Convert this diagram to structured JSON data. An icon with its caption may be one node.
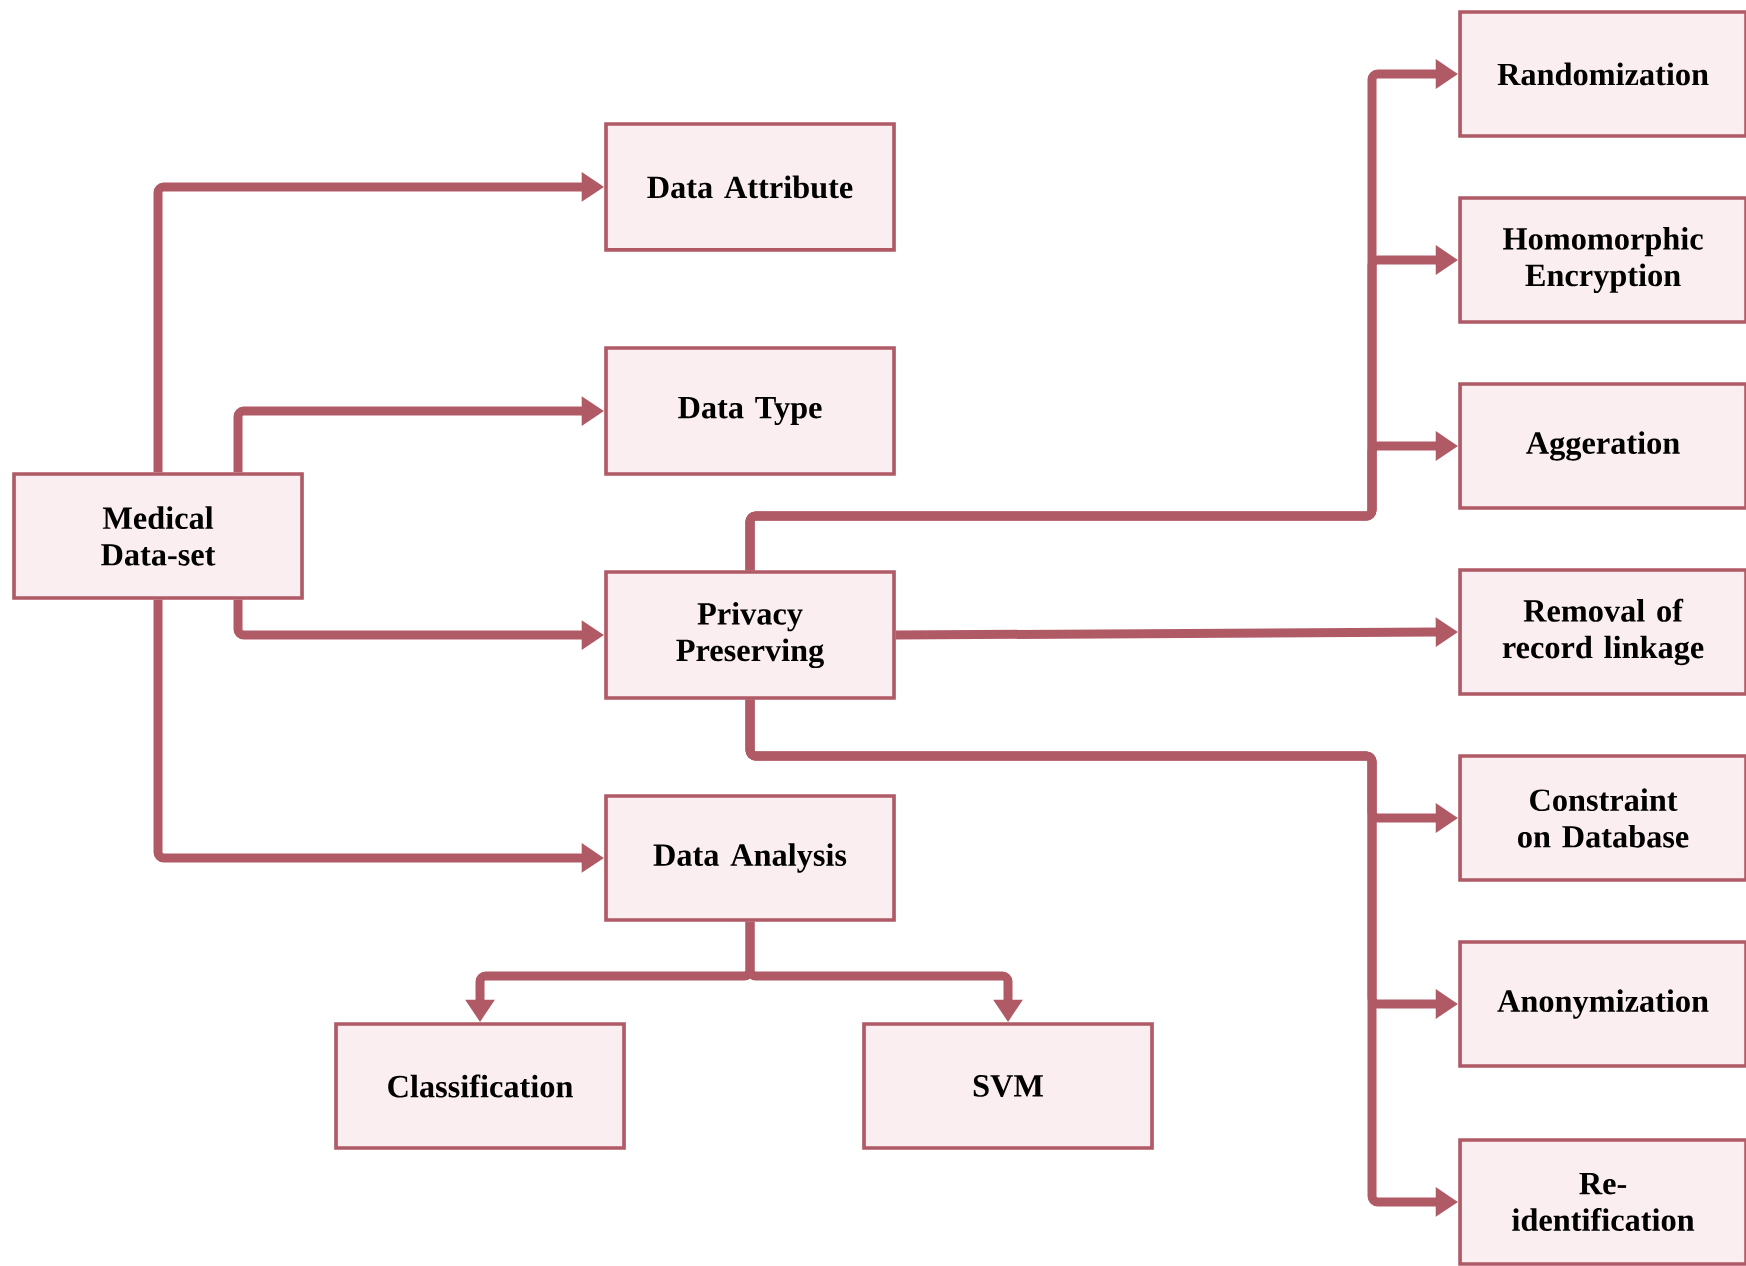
{
  "diagram": {
    "nodes": [
      {
        "text": [
          "Medical Data-set"
        ]
      },
      {
        "text": [
          "Data Attribute"
        ]
      },
      {
        "text": [
          "Data Type"
        ]
      },
      {
        "text": [
          "Privacy Preserving"
        ]
      },
      {
        "text": [
          "Data Analysis"
        ]
      },
      {
        "text": [
          "Classification"
        ]
      },
      {
        "text": [
          "SVM"
        ]
      },
      {
        "text": [
          "Randomization"
        ]
      },
      {
        "text": [
          "Homomorphic Encryption"
        ]
      },
      {
        "text": [
          "Aggeration"
        ]
      },
      {
        "text": [
          "Removal of record linkage"
        ]
      },
      {
        "text": [
          "Constraint on Database"
        ]
      },
      {
        "text": [
          "Anonymization"
        ]
      },
      {
        "text": [
          "Re-identification"
        ]
      }
    ],
    "edges": [
      {
        "from": 0,
        "to": 1,
        "arrow": "to"
      },
      {
        "from": 0,
        "to": 2,
        "arrow": "to"
      },
      {
        "from": 0,
        "to": 3,
        "arrow": "to"
      },
      {
        "from": 0,
        "to": 4,
        "arrow": "to"
      },
      {
        "from": 3,
        "to": 7,
        "arrow": "to"
      },
      {
        "from": 3,
        "to": 8,
        "arrow": "to"
      },
      {
        "from": 3,
        "to": 9,
        "arrow": "to"
      },
      {
        "from": 3,
        "to": 10,
        "arrow": "to"
      },
      {
        "from": 3,
        "to": 11,
        "arrow": "to"
      },
      {
        "from": 3,
        "to": 12,
        "arrow": "to"
      },
      {
        "from": 3,
        "to": 13,
        "arrow": "to"
      },
      {
        "from": 4,
        "to": 5,
        "arrow": "to"
      },
      {
        "from": 4,
        "to": 6,
        "arrow": "to"
      }
    ]
  }
}
